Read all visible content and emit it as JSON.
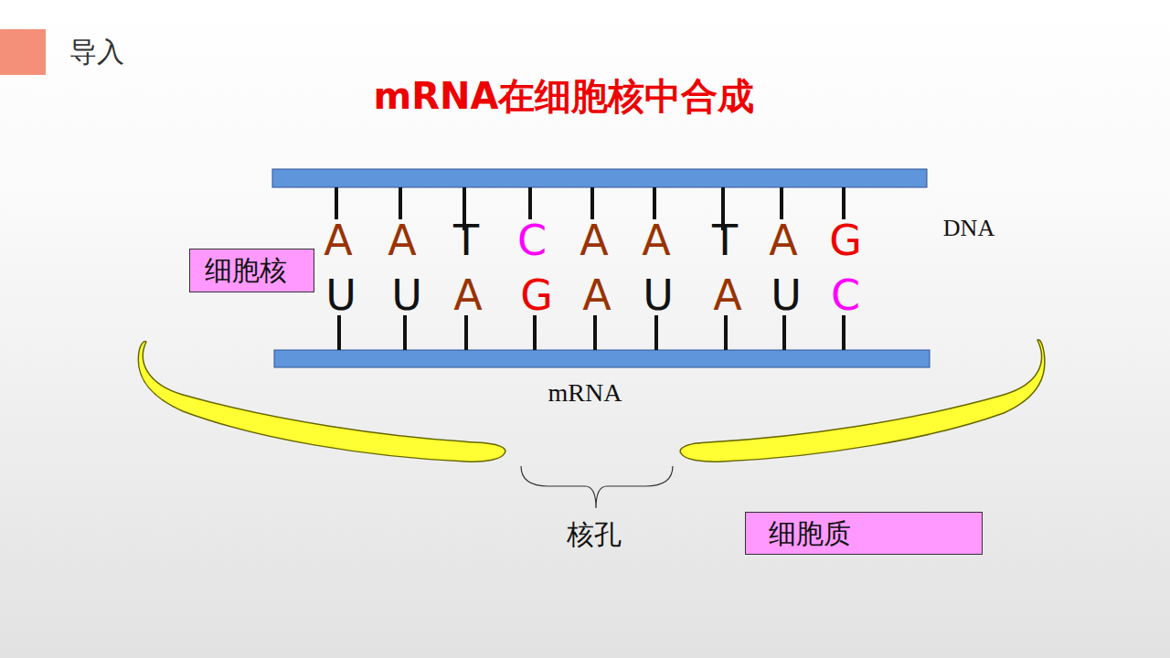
{
  "diagram": {
    "title": "mRNA在细胞核中合成",
    "nodes": [
      {
        "text": [
          "细胞核"
        ]
      },
      {
        "text": [
          "细胞质"
        ]
      }
    ],
    "labels": [
      "导入",
      "A",
      "A",
      "T",
      "C",
      "A",
      "A",
      "T",
      "A",
      "G",
      "DNA",
      "U",
      "U",
      "A",
      "G",
      "A",
      "U",
      "A",
      "U",
      "C",
      "mRNA",
      "核孔"
    ]
  }
}
